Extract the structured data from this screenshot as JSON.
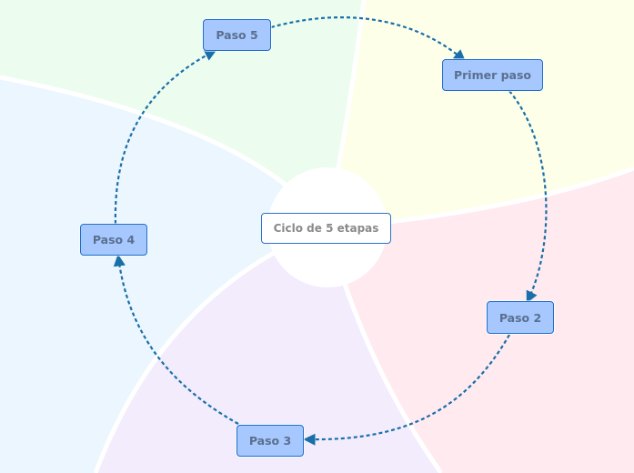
{
  "center": {
    "label": "Ciclo de 5 etapas"
  },
  "steps": [
    {
      "label": "Primer paso"
    },
    {
      "label": "Paso 2"
    },
    {
      "label": "Paso 3"
    },
    {
      "label": "Paso 4"
    },
    {
      "label": "Paso 5"
    }
  ],
  "colors": {
    "sector_yellow": "#fdffe9",
    "sector_pink": "#ffeaf0",
    "sector_purple": "#f2ecfd",
    "sector_blue": "#ebf6ff",
    "sector_green": "#ecfdef",
    "node_fill": "#a6c8ff",
    "node_border": "#1f6fc8",
    "arrow": "#1a6fa8"
  }
}
